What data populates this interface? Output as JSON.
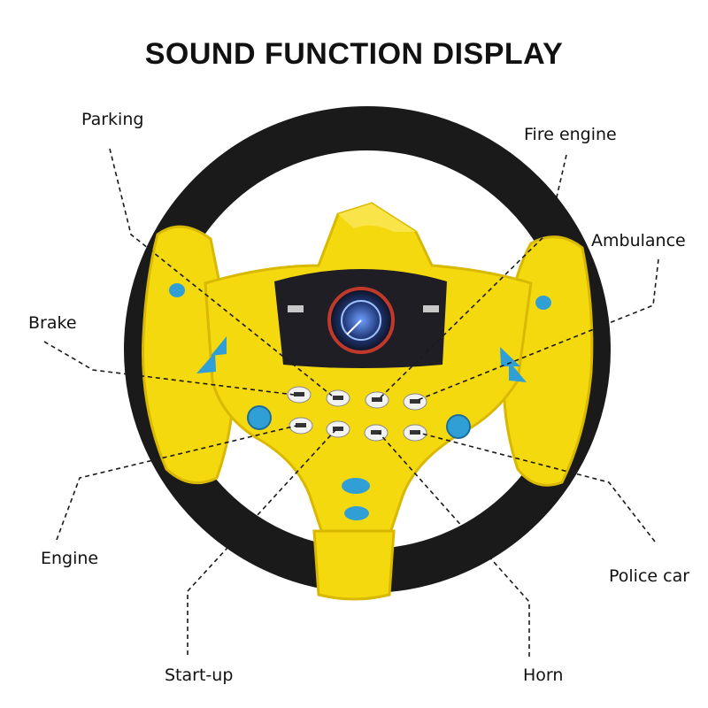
{
  "title": "SOUND FUNCTION DISPLAY",
  "labels": {
    "parking": "Parking",
    "fire_engine": "Fire engine",
    "ambulance": "Ambulance",
    "brake": "Brake",
    "engine": "Engine",
    "police_car": "Police car",
    "start_up": "Start-up",
    "horn": "Horn"
  },
  "colors": {
    "wheel_rim": "#1a1a1a",
    "body_yellow": "#f5d90f",
    "shadow_yellow": "#d9b800",
    "accent_blue": "#2f9fd6",
    "screen_dark": "#1e1e24",
    "button_white": "#f2f2f2"
  }
}
